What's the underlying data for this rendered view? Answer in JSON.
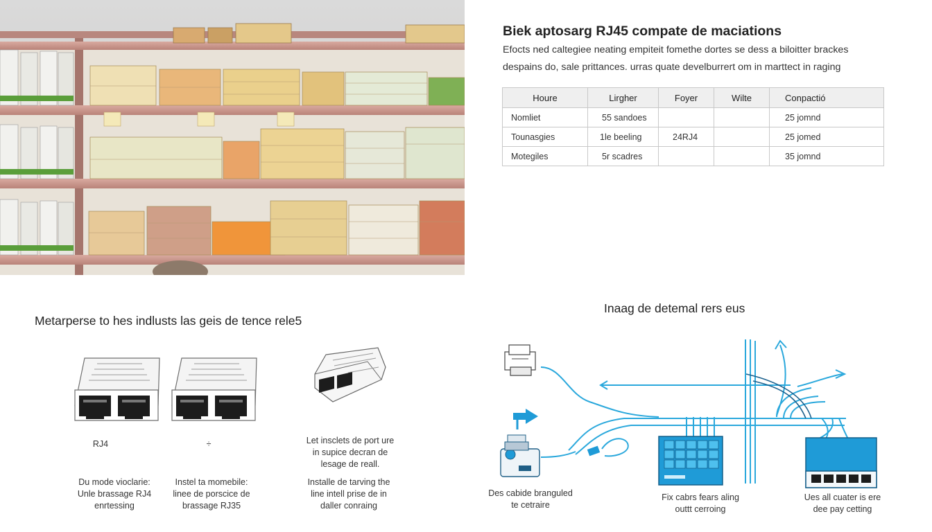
{
  "header": {
    "title": "Biek aptosarg RJ45 compate de maciations",
    "subtitle_line1": "Efocts ned caltegiee neating empiteit fomethe dortes se dess a biloitter brackes",
    "subtitle_line2": "despains do, sale prittances. urras quate develburrert om in marttect in raging"
  },
  "table": {
    "headers": [
      "Houre",
      "Lirgher",
      "Foyer",
      "Wilte",
      "Conpactió"
    ],
    "rows": [
      [
        "Nomliet",
        "55 sandoes",
        "",
        "",
        "25 jomnd"
      ],
      [
        "Tounasgies",
        "1le beeling",
        "24RJ4",
        "",
        "25 jomed"
      ],
      [
        "Motegiles",
        "5r scadres",
        "",
        "",
        "35 jomnd"
      ]
    ]
  },
  "left_section": {
    "title": "Metarperse to hes indlusts las geis de tence rele5",
    "items": [
      {
        "label": "RJ4",
        "caption": [
          "Du mode vioclarie:",
          "Unle brassage RJ4",
          "enrtessing"
        ]
      },
      {
        "label": "÷",
        "caption": [
          "Instel ta momebile:",
          "linee de porscice de",
          "brassage RJ35"
        ]
      },
      {
        "label_lines": [
          "Let insclets de port ure",
          "in supice decran de",
          "lesage de reall."
        ],
        "caption": [
          "Installe de tarving the",
          "line intell prise de in",
          "daller conraing"
        ]
      }
    ]
  },
  "right_section": {
    "title": "Inaag de detemal rers eus",
    "captions": {
      "left": [
        "Des cabide branguled",
        "te cetraire"
      ],
      "middle": [
        "Fix cabrs fears aling",
        "outtt cerroing"
      ],
      "right": [
        "Ues all cuater is ere",
        "dee pay cetting"
      ]
    }
  },
  "colors": {
    "accent_blue": "#1f9bd7",
    "wire_blue": "#2aa8dc",
    "dark_wire": "#1a5f8c"
  }
}
